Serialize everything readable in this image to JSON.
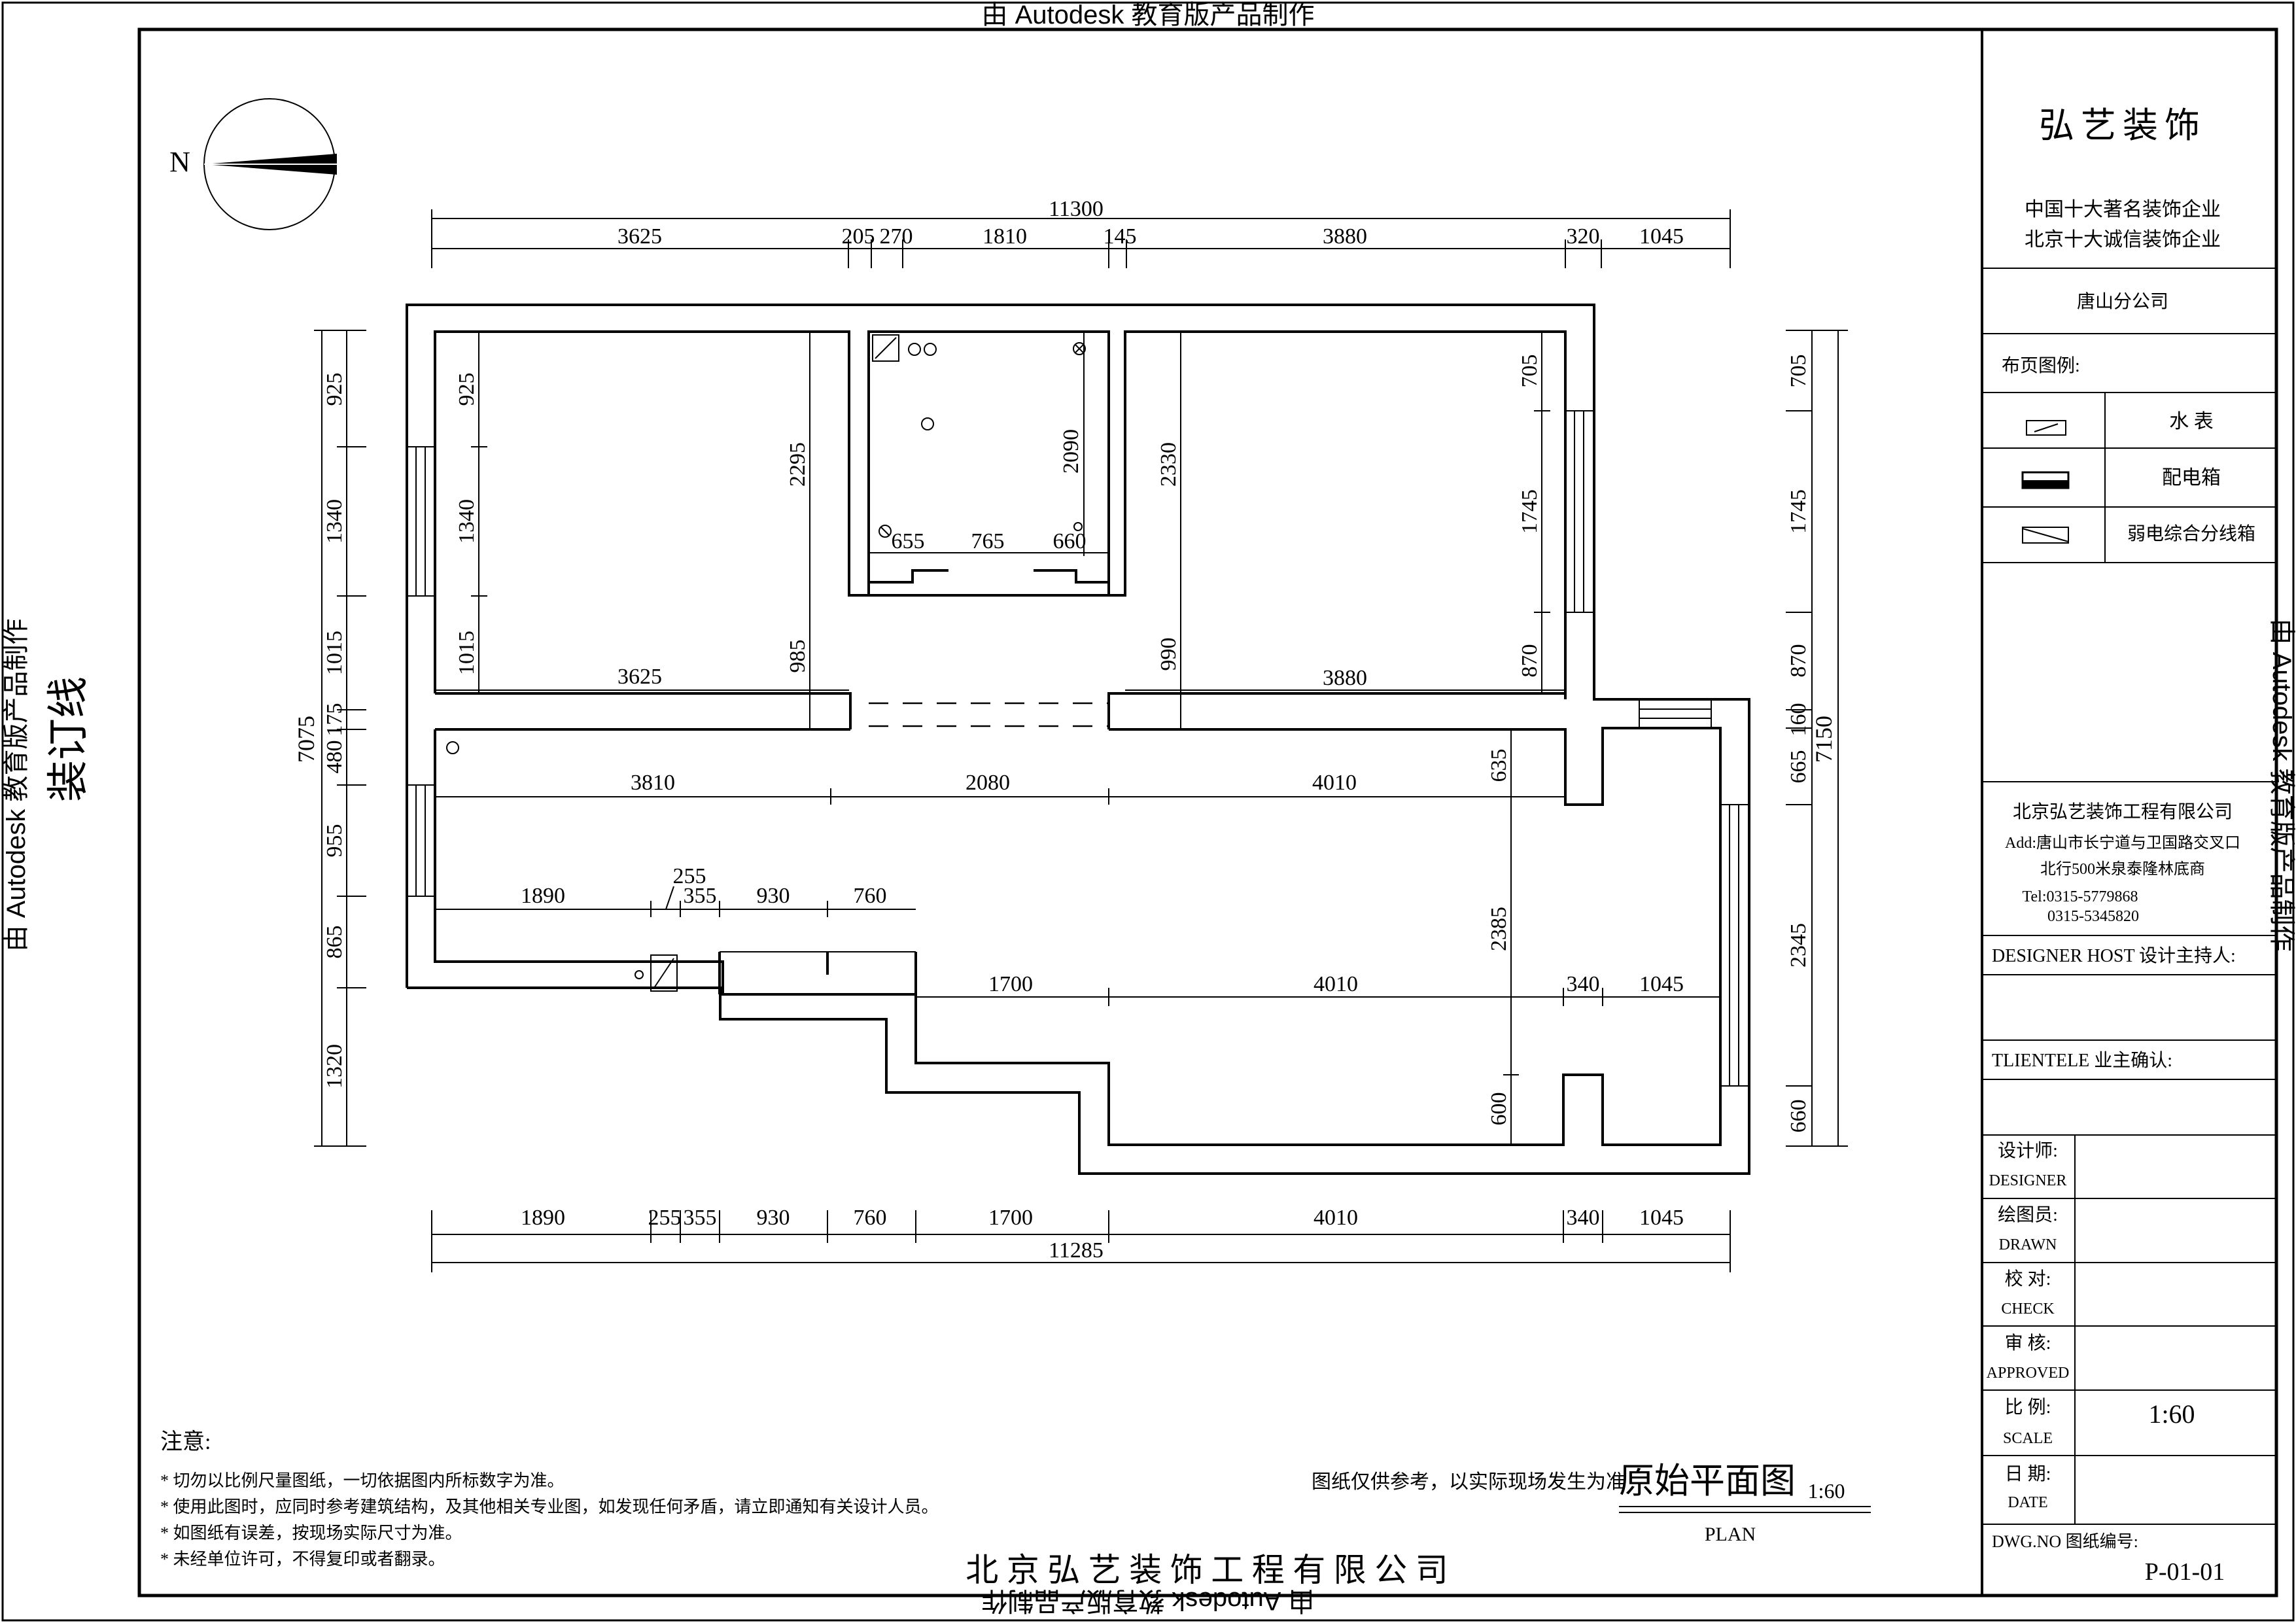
{
  "watermark": {
    "top": "由 Autodesk 教育版产品制作",
    "bottom": "由 Autodesk 教育版产品制作",
    "left": "由 Autodesk 教育版产品制作",
    "right": "由 Autodesk 教育版产品制作"
  },
  "binding_label": "装订线",
  "north_label": "N",
  "dimensions": {
    "top_total": "11300",
    "top_segments": [
      "3625",
      "205",
      "270",
      "1810",
      "145",
      "3880",
      "320",
      "1045"
    ],
    "bottom_total": "11285",
    "bottom_segments": [
      "1890",
      "255",
      "355",
      "930",
      "760",
      "1700",
      "4010",
      "340",
      "1045"
    ],
    "left_total": "7075",
    "left_segments": [
      "925",
      "1340",
      "1015",
      "175",
      "480",
      "955",
      "865",
      "1320"
    ],
    "right_total": "7150",
    "right_segments": [
      "705",
      "1745",
      "870",
      "160",
      "665",
      "2345",
      "660"
    ],
    "inner": {
      "room1_v": [
        "925",
        "1340",
        "1015"
      ],
      "room1_h": "3625",
      "room1_height": "2295",
      "kitchen_height": "2090",
      "kitchen_bottom": [
        "655",
        "765",
        "660"
      ],
      "room2_height": "2330",
      "room2_left": "990",
      "room2_v": [
        "705",
        "1745",
        "870"
      ],
      "room2_h": "3880",
      "corridor_left": "985",
      "hall": [
        "3810",
        "2080",
        "4010"
      ],
      "hall_v": "635",
      "row2": [
        "1890",
        "255",
        "355",
        "930",
        "760"
      ],
      "row3": [
        "1700",
        "4010",
        "340",
        "1045"
      ],
      "living_v": "2385",
      "living_bottom_v": "600"
    }
  },
  "legend": {
    "company": "弘艺装饰",
    "slogan1": "中国十大著名装饰企业",
    "slogan2": "北京十大诚信装饰企业",
    "branch": "唐山分公司",
    "legend_title": "布页图例:",
    "items": [
      {
        "symbol": "water-meter-icon",
        "label": "水 表"
      },
      {
        "symbol": "distribution-box-icon",
        "label": "配电箱"
      },
      {
        "symbol": "weak-current-box-icon",
        "label": "弱电综合分线箱"
      }
    ],
    "company_full": "北京弘艺装饰工程有限公司",
    "addr1": "Add:唐山市长宁道与卫国路交叉口",
    "addr2": "北行500米泉泰隆林底商",
    "tel1": "Tel:0315-5779868",
    "tel2": "0315-5345820",
    "designer_host": "DESIGNER HOST   设计主持人:",
    "client": "TLIENTELE   业主确认:",
    "rows": [
      {
        "cn": "设计师:",
        "en": "DESIGNER",
        "value": ""
      },
      {
        "cn": "绘图员:",
        "en": "DRAWN",
        "value": ""
      },
      {
        "cn": "校  对:",
        "en": "CHECK",
        "value": ""
      },
      {
        "cn": "审  核:",
        "en": "APPROVED",
        "value": ""
      },
      {
        "cn": "比  例:",
        "en": "SCALE",
        "value": "1:60"
      },
      {
        "cn": "日  期:",
        "en": "DATE",
        "value": ""
      }
    ],
    "dwg_no": "DWG.NO   图纸编号:",
    "dwg_value": "P-01-01"
  },
  "notes": {
    "title": "注意:",
    "items": [
      "* 切勿以比例尺量图纸，一切依据图内所标数字为准。",
      "* 使用此图时，应同时参考建筑结构，及其他相关专业图，如发现任何矛盾，请立即通知有关设计人员。",
      "* 如图纸有误差，按现场实际尺寸为准。",
      "* 未经单位许可，不得复印或者翻录。"
    ]
  },
  "reference_note": "图纸仅供参考，以实际现场发生为准",
  "plan_title": "原始平面图",
  "plan_scale": "1:60",
  "plan_sub": "PLAN",
  "footer_company": "北 京 弘 艺 装 饰 工 程 有 限 公 司"
}
